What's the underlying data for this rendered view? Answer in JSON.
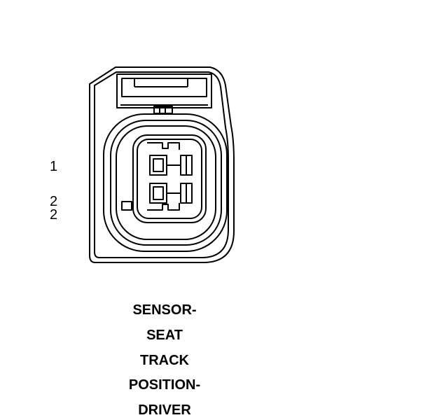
{
  "pin_labels": [
    "1",
    "2",
    "2"
  ],
  "caption": [
    "SENSOR-",
    "SEAT",
    "TRACK",
    "POSITION-",
    "DRIVER"
  ],
  "colors": {
    "stroke": "#000000",
    "background": "#ffffff"
  }
}
